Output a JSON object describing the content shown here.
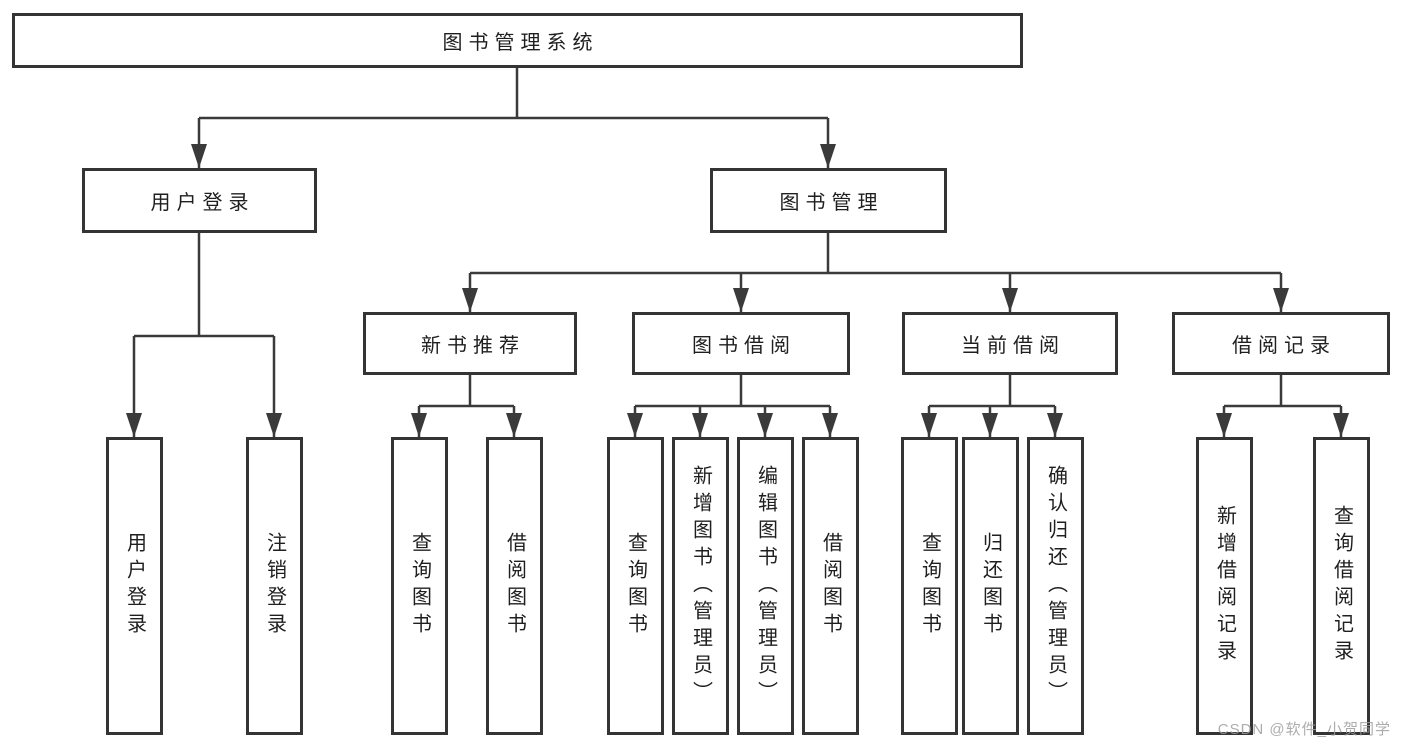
{
  "root": {
    "label": "图书管理系统"
  },
  "branches": [
    {
      "label": "用户登录",
      "children": [
        "用户登录",
        "注销登录"
      ]
    },
    {
      "label": "图书管理",
      "children": [
        {
          "label": "新书推荐",
          "children": [
            "查询图书",
            "借阅图书"
          ]
        },
        {
          "label": "图书借阅",
          "children": [
            "查询图书",
            "新增图书（管理员）",
            "编辑图书（管理员）",
            "借阅图书"
          ]
        },
        {
          "label": "当前借阅",
          "children": [
            "查询图书",
            "归还图书",
            "确认归还（管理员）"
          ]
        },
        {
          "label": "借阅记录",
          "children": [
            "新增借阅记录",
            "查询借阅记录"
          ]
        }
      ]
    }
  ],
  "watermark": {
    "text": "CSDN @软件_小贺同学"
  },
  "colors": {
    "line": "#3a3a3a",
    "box_border": "#343434",
    "box_fill": "#ffffff",
    "text": "#1f1f1f",
    "watermark": "#9e9e9e",
    "background": "#ffffff"
  }
}
